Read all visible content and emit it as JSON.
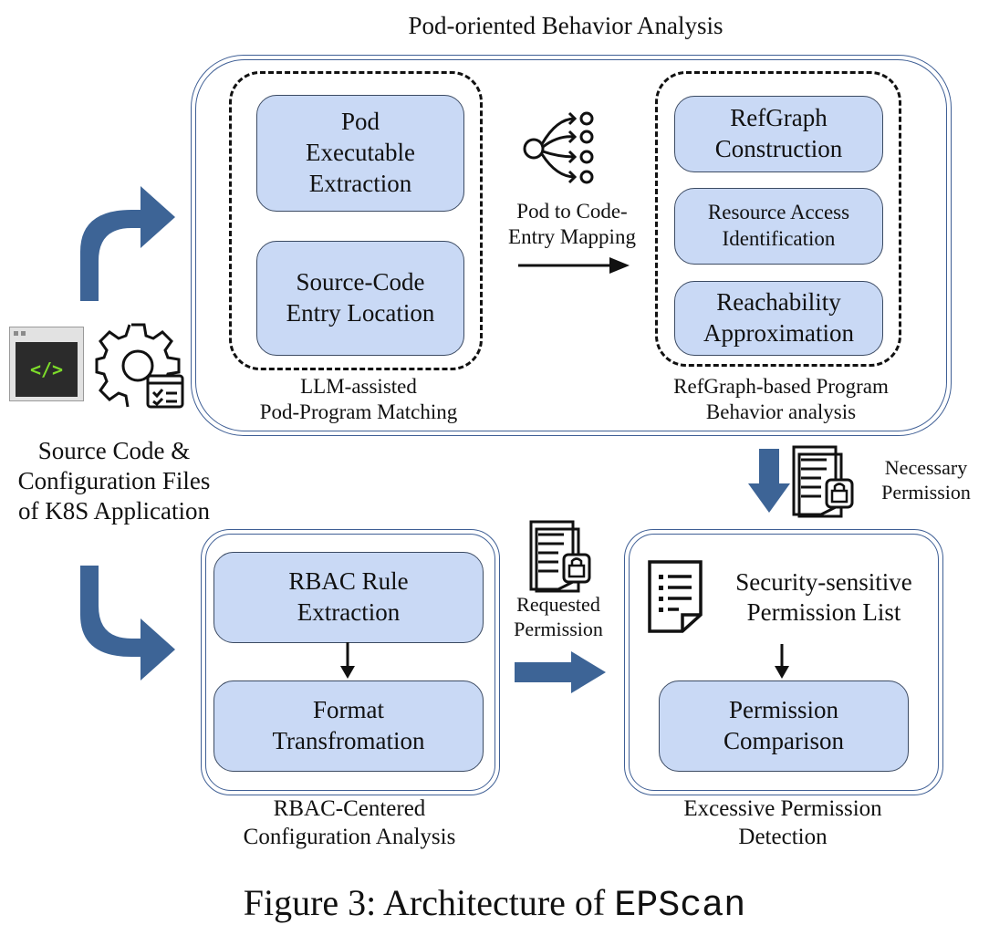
{
  "top_group": {
    "title": "Pod-oriented Behavior Analysis",
    "left_cluster": {
      "step1": [
        "Pod",
        "Executable",
        "Extraction"
      ],
      "step2": [
        "Source-Code",
        "Entry Location"
      ],
      "caption": [
        "LLM-assisted",
        "Pod-Program Matching"
      ]
    },
    "mapping_label": [
      "Pod to Code-",
      "Entry Mapping"
    ],
    "right_cluster": {
      "step1": [
        "RefGraph",
        "Construction"
      ],
      "step2": [
        "Resource Access",
        "Identification"
      ],
      "step3": [
        "Reachability",
        "Approximation"
      ],
      "caption": [
        "RefGraph-based Program",
        "Behavior analysis"
      ]
    }
  },
  "input": {
    "label": [
      "Source Code &",
      "Configuration Files",
      "of K8S Application"
    ],
    "code_icon_glyph": "</>"
  },
  "necessary_permission": [
    "Necessary",
    "Permission"
  ],
  "requested_permission": [
    "Requested",
    "Permission"
  ],
  "rbac_group": {
    "step1": [
      "RBAC Rule",
      "Extraction"
    ],
    "step2": [
      "Format",
      "Transfromation"
    ],
    "caption": [
      "RBAC-Centered",
      "Configuration Analysis"
    ]
  },
  "detection_group": {
    "list_label": [
      "Security-sensitive",
      "Permission List"
    ],
    "step": [
      "Permission",
      "Comparison"
    ],
    "caption": [
      "Excessive Permission",
      "Detection"
    ]
  },
  "figure_caption": {
    "prefix": "Figure 3: Architecture of ",
    "tool_name": "EPScan"
  },
  "colors": {
    "step_fill": "#c9d9f5",
    "group_border": "#3f5f95",
    "flow_arrow": "#3d6496",
    "code_icon_glyph": "#7ddc2a"
  },
  "icons": [
    "code-window-icon",
    "gear-check-icon",
    "mapping-tree-icon",
    "locked-document-icon",
    "list-document-icon"
  ]
}
